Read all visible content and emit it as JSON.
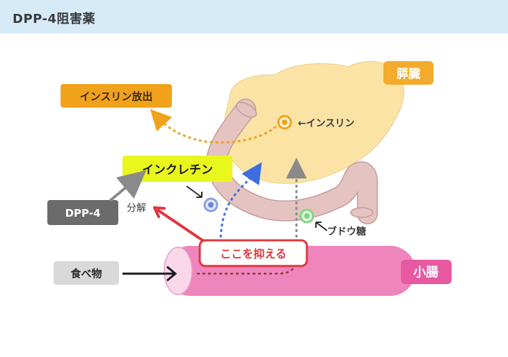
{
  "header": {
    "title": "DPP-4阻害薬"
  },
  "labels": {
    "pancreas": "膵臓",
    "insulin_release": "インスリン放出",
    "insulin": "←インスリン",
    "incretin": "インクレチン",
    "dpp4": "DPP-4",
    "breakdown": "分解",
    "glucose": "ブドウ糖",
    "inhibit_here": "ここを抑える",
    "food": "食べ物",
    "small_intestine": "小腸"
  },
  "colors": {
    "header_bg": "#d6eaf8",
    "pancreas_fill": "#fae3a5",
    "duct_fill": "#e5c3c0",
    "intestine_fill": "#ee85bd",
    "orange": "#f0a21b",
    "red": "#e0353b",
    "blue": "#3d6ee0",
    "green": "#7ed87e",
    "dpp4_bg": "#6b6b6b",
    "food_bg": "#d9d9d9",
    "incretin_bg": "#e9f71c"
  }
}
